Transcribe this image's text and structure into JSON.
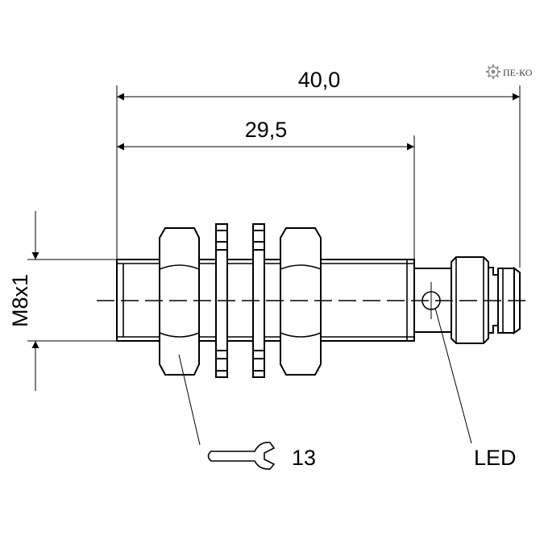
{
  "dimensions": {
    "overall_length": "40,0",
    "thread_length": "29,5",
    "thread_size": "M8x1"
  },
  "labels": {
    "wrench_size": "13",
    "led": "LED"
  },
  "logo": {
    "text": "ПЕ-КО"
  },
  "icons": {
    "wrench": "wrench-icon",
    "logo_gear": "gear-icon"
  }
}
